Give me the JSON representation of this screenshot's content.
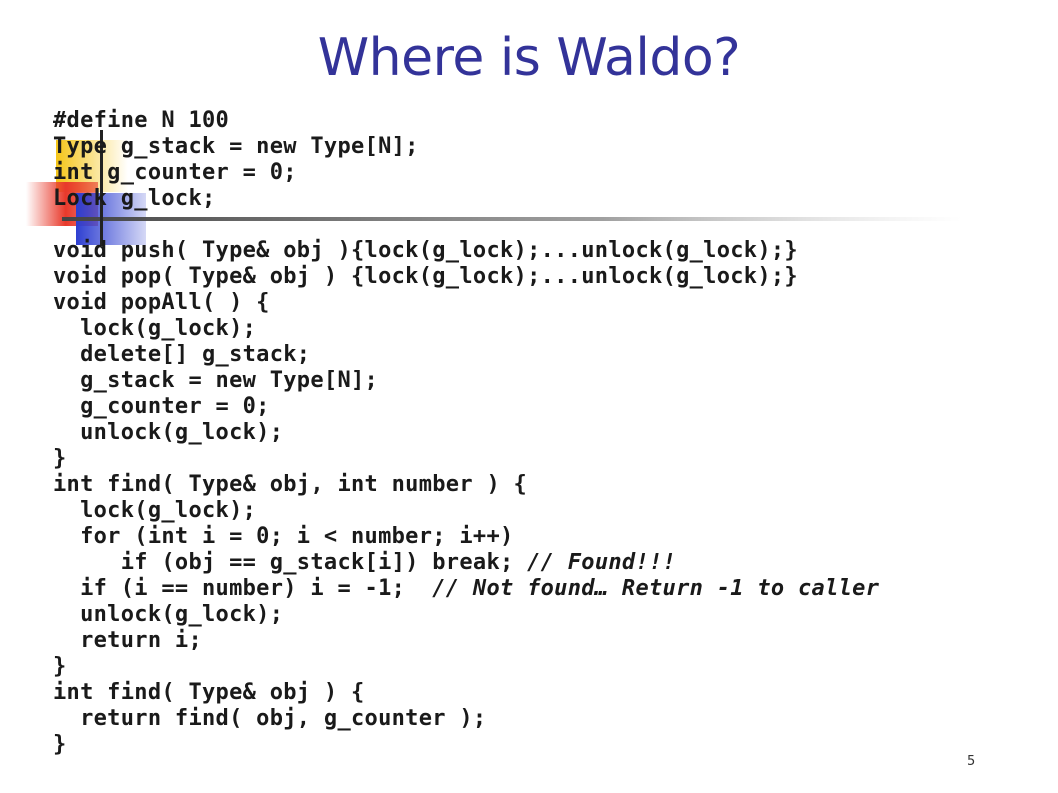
{
  "slide": {
    "title": "Where is Waldo?",
    "page_number": "5",
    "colors": {
      "title": "#333399",
      "accent_yellow": "#F5C518",
      "accent_red": "#E8392B",
      "accent_blue": "#2E3FD1",
      "divider": "#555555"
    }
  },
  "code_lines": [
    {
      "code": "#define N 100",
      "comment": ""
    },
    {
      "code": "Type g_stack = new Type[N];",
      "comment": ""
    },
    {
      "code": "int g_counter = 0;",
      "comment": ""
    },
    {
      "code": "Lock g_lock;",
      "comment": ""
    },
    {
      "code": "",
      "comment": ""
    },
    {
      "code": "void push( Type& obj ){lock(g_lock);...unlock(g_lock);}",
      "comment": ""
    },
    {
      "code": "void pop( Type& obj ) {lock(g_lock);...unlock(g_lock);}",
      "comment": ""
    },
    {
      "code": "void popAll( ) {",
      "comment": ""
    },
    {
      "code": "  lock(g_lock);",
      "comment": ""
    },
    {
      "code": "  delete[] g_stack;",
      "comment": ""
    },
    {
      "code": "  g_stack = new Type[N];",
      "comment": ""
    },
    {
      "code": "  g_counter = 0;",
      "comment": ""
    },
    {
      "code": "  unlock(g_lock);",
      "comment": ""
    },
    {
      "code": "}",
      "comment": ""
    },
    {
      "code": "int find( Type& obj, int number ) {",
      "comment": ""
    },
    {
      "code": "  lock(g_lock);",
      "comment": ""
    },
    {
      "code": "  for (int i = 0; i < number; i++)",
      "comment": ""
    },
    {
      "code": "     if (obj == g_stack[i]) break; ",
      "comment": "// Found!!!"
    },
    {
      "code": "  if (i == number) i = -1;  ",
      "comment": "// Not found… Return -1 to caller"
    },
    {
      "code": "  unlock(g_lock);",
      "comment": ""
    },
    {
      "code": "  return i;",
      "comment": ""
    },
    {
      "code": "}",
      "comment": ""
    },
    {
      "code": "int find( Type& obj ) {",
      "comment": ""
    },
    {
      "code": "  return find( obj, g_counter );",
      "comment": ""
    },
    {
      "code": "}",
      "comment": ""
    }
  ]
}
